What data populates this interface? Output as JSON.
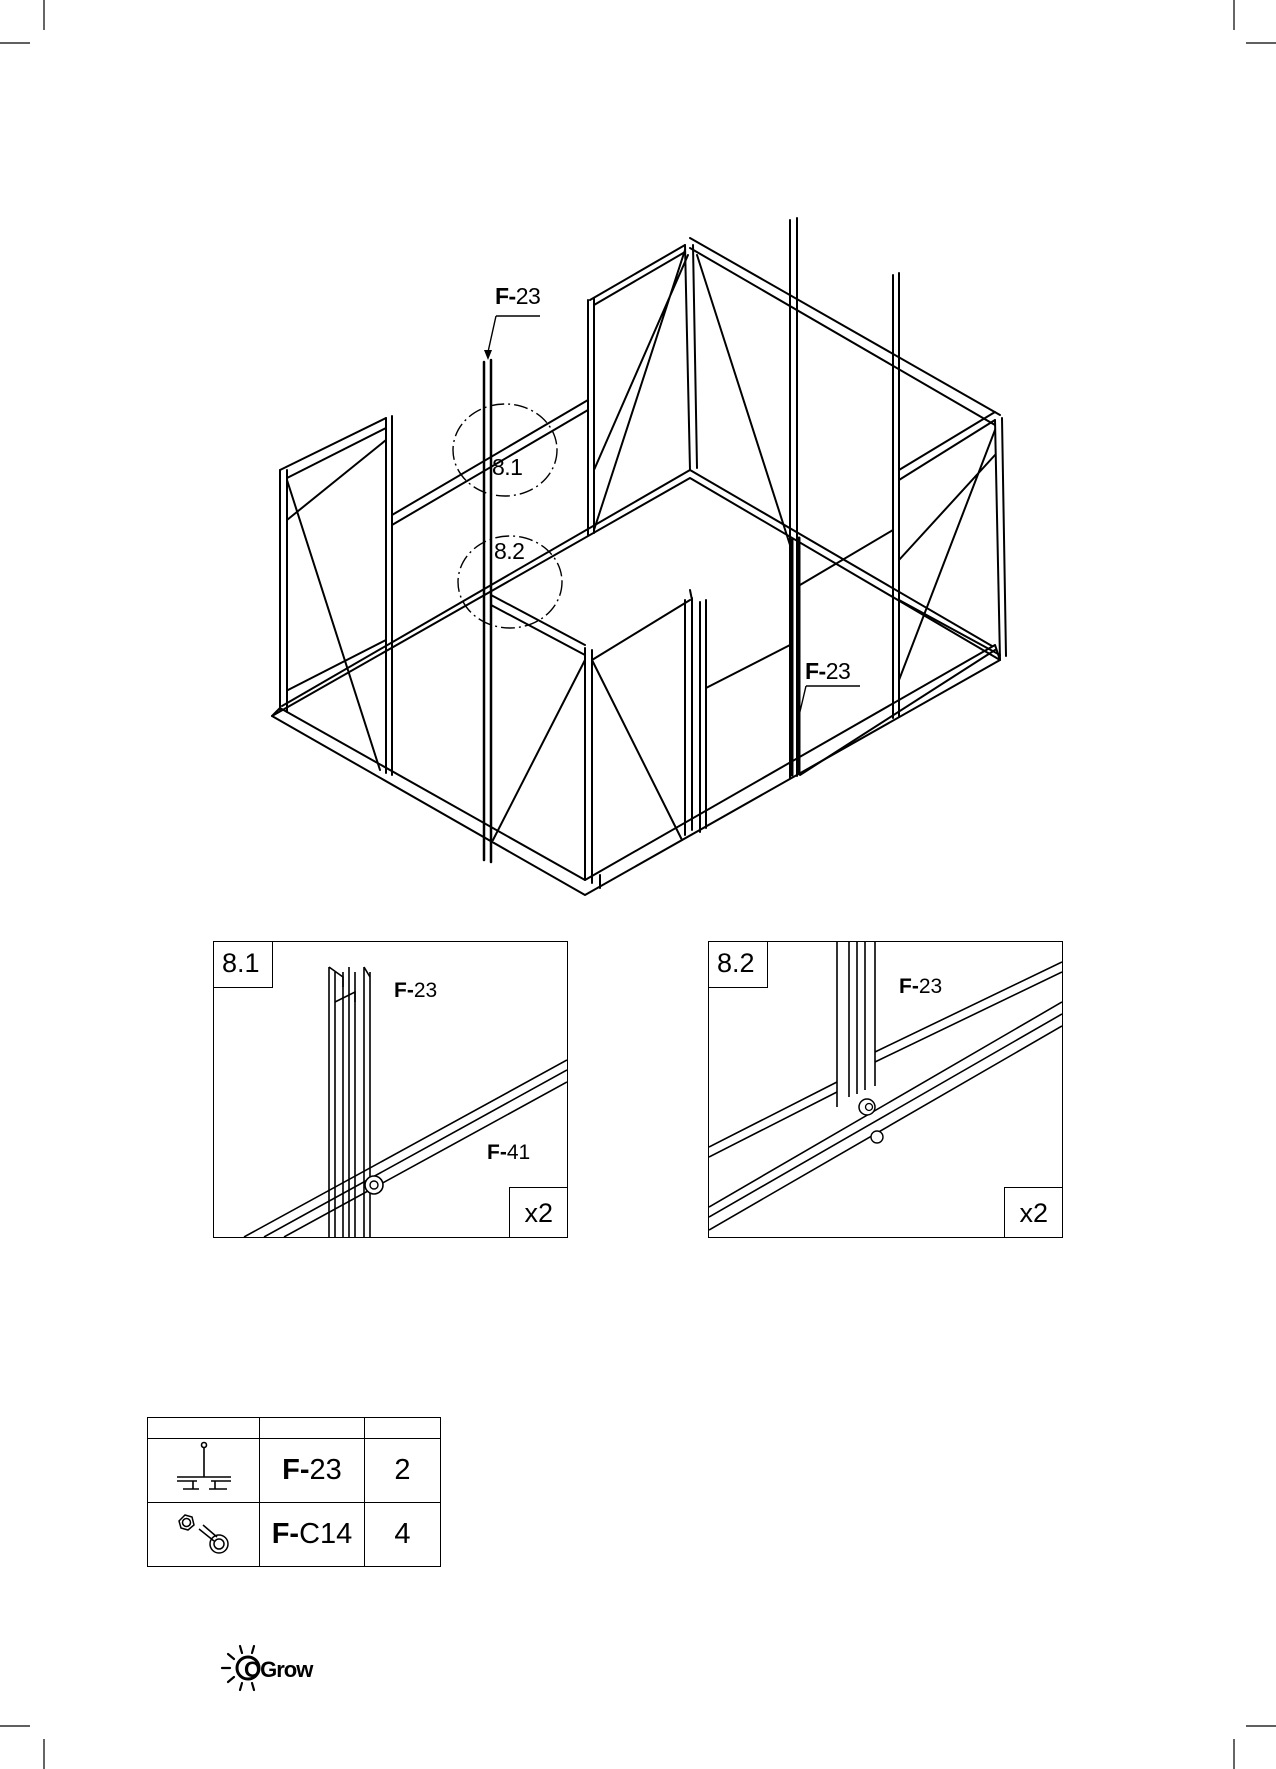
{
  "diagram": {
    "callouts": {
      "top_part_prefix": "F-",
      "top_part_num": "23",
      "mid_part_prefix": "F-",
      "mid_part_num": "23",
      "zone_a": "8.1",
      "zone_b": "8.2"
    }
  },
  "details": [
    {
      "label": "8.1",
      "part_upper_prefix": "F-",
      "part_upper_num": "23",
      "part_lower_prefix": "F-",
      "part_lower_num": "41",
      "qty": "x2"
    },
    {
      "label": "8.2",
      "part_upper_prefix": "F-",
      "part_upper_num": "23",
      "qty": "x2"
    }
  ],
  "parts_table": {
    "rows": [
      {
        "code_prefix": "F-",
        "code_num": "23",
        "qty": "2",
        "icon": "profile-bar-icon"
      },
      {
        "code_prefix": "F-",
        "code_num": "C14",
        "qty": "4",
        "icon": "nut-bolt-icon"
      }
    ]
  },
  "brand": {
    "name": "OGrow"
  },
  "colors": {
    "line": "#000000",
    "background": "#ffffff"
  }
}
